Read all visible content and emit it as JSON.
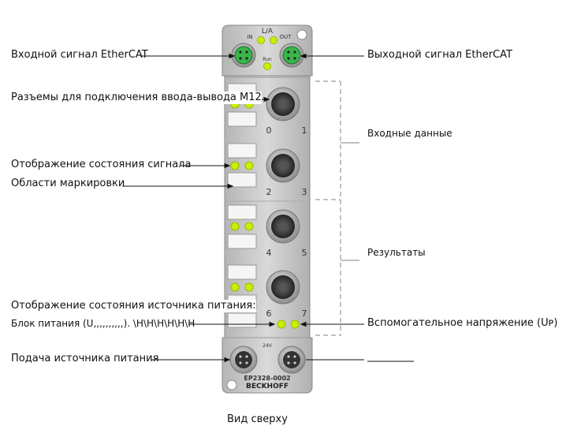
{
  "labels": {
    "input_ethercat": "Входной сигнал EtherCAT",
    "output_ethercat": "Выходной сигнал EtherCAT",
    "m12_connectors": "Разъемы для подключения ввода-вывода M12",
    "input_data": "Входные данные",
    "signal_status": "Отображение состояния сигнала",
    "marking_areas": "Области маркировки",
    "results": "Результаты",
    "power_status_title": "Отображение состояния источника питания:",
    "power_block": "Блок питания (U,,,,,,,,,,). \\H\\H\\H\\H\\H\\H",
    "aux_voltage": "Вспомогательное напряжение (Uᴘ)",
    "power_supply": "Подача источника питания",
    "view_caption": "Вид сверху"
  },
  "device": {
    "la_text": "L/A",
    "in_text": "IN",
    "out_text": "OUT",
    "run_text": "Run",
    "channel_numbers": [
      "0",
      "1",
      "2",
      "3",
      "4",
      "5",
      "6",
      "7"
    ],
    "power_small": "24V",
    "model": "EP2328-0002",
    "brand": "BECKHOFF"
  },
  "colors": {
    "housing": "#c8c8c8",
    "housing_dark": "#8a8a8a",
    "led_green": "#c8f000",
    "ethercat_green": "#39b54a",
    "dashed": "#9a9a9a"
  }
}
